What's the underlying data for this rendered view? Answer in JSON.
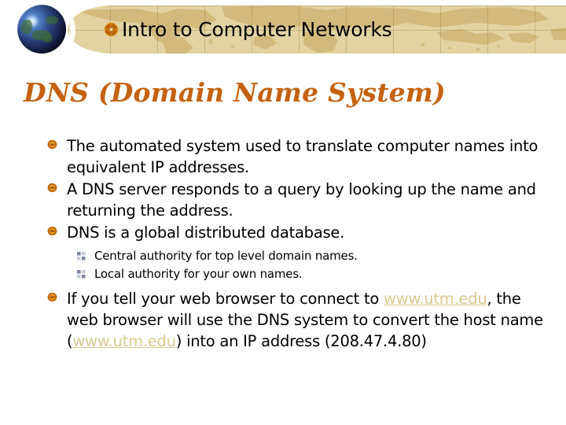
{
  "header": {
    "title": "Intro to Computer Networks",
    "bullet_icon": "compass-rose-icon",
    "globe_icon": "globe-icon",
    "banner_color": "#E3D3A3",
    "banner_map_color": "#D4BC7E"
  },
  "slide": {
    "title": "DNS (Domain Name System)",
    "title_color": "#C4620F",
    "bullets": [
      {
        "marker": "orange-disc-bullet",
        "text": "The automated system used to translate computer names into equivalent IP addresses."
      },
      {
        "marker": "orange-disc-bullet",
        "text": "A DNS server responds to a query by looking up the name and returning the address."
      },
      {
        "marker": "orange-disc-bullet",
        "text": "DNS is a global distributed database."
      }
    ],
    "sub_bullets": [
      {
        "marker": "gray-squares-bullet",
        "text": "Central authority for top level domain names."
      },
      {
        "marker": "gray-squares-bullet",
        "text": "Local authority for your own names."
      }
    ],
    "final_bullet": {
      "marker": "orange-disc-bullet",
      "part1": "If you tell your web browser to connect to ",
      "link1": "www.utm.edu",
      "part2": ", the web browser will use the DNS system to convert the host name (",
      "link2": "www.utm.edu",
      "part3": ") into an IP address (208.47.4.80)",
      "ip_address": "208.47.4.80",
      "link_color": "#D8C98D"
    }
  }
}
